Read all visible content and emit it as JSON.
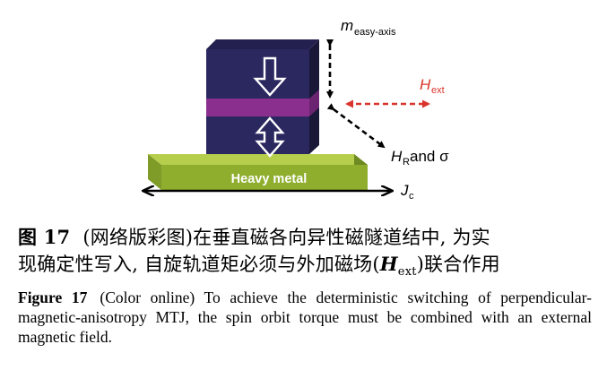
{
  "figure": {
    "labels": {
      "m_main": "m",
      "m_sub": "easy-axis",
      "h_ext_main": "H",
      "h_ext_sub": "ext",
      "h_r_main": "H",
      "h_r_sub": "R",
      "h_r_rest": " and σ",
      "j_main": "J",
      "j_sub": "c",
      "heavy_metal": "Heavy metal"
    },
    "colors": {
      "stack_top": "#23204f",
      "stack_face": "#2b2860",
      "stack_side": "#1a1838",
      "barrier": "#8a2f8e",
      "metal_front": "#8fae2e",
      "metal_top": "#b5cf4d",
      "metal_side": "#6e8a22",
      "hext_arrow": "#d9342b"
    }
  },
  "caption": {
    "cn_label": "图 17",
    "cn_line1": "(网络版彩图)在垂直磁各向异性磁隧道结中, 为实",
    "cn_line2_a": "现确定性写入, 自旋轨道矩必须与外加磁场(",
    "cn_line2_h": "H",
    "cn_line2_sub": "ext",
    "cn_line2_b": ")联合作用",
    "en_label": "Figure 17",
    "en_text": "(Color online) To achieve the deterministic switching of perpendicular-magnetic-anisotropy MTJ, the spin orbit torque must be combined with an external magnetic field."
  }
}
